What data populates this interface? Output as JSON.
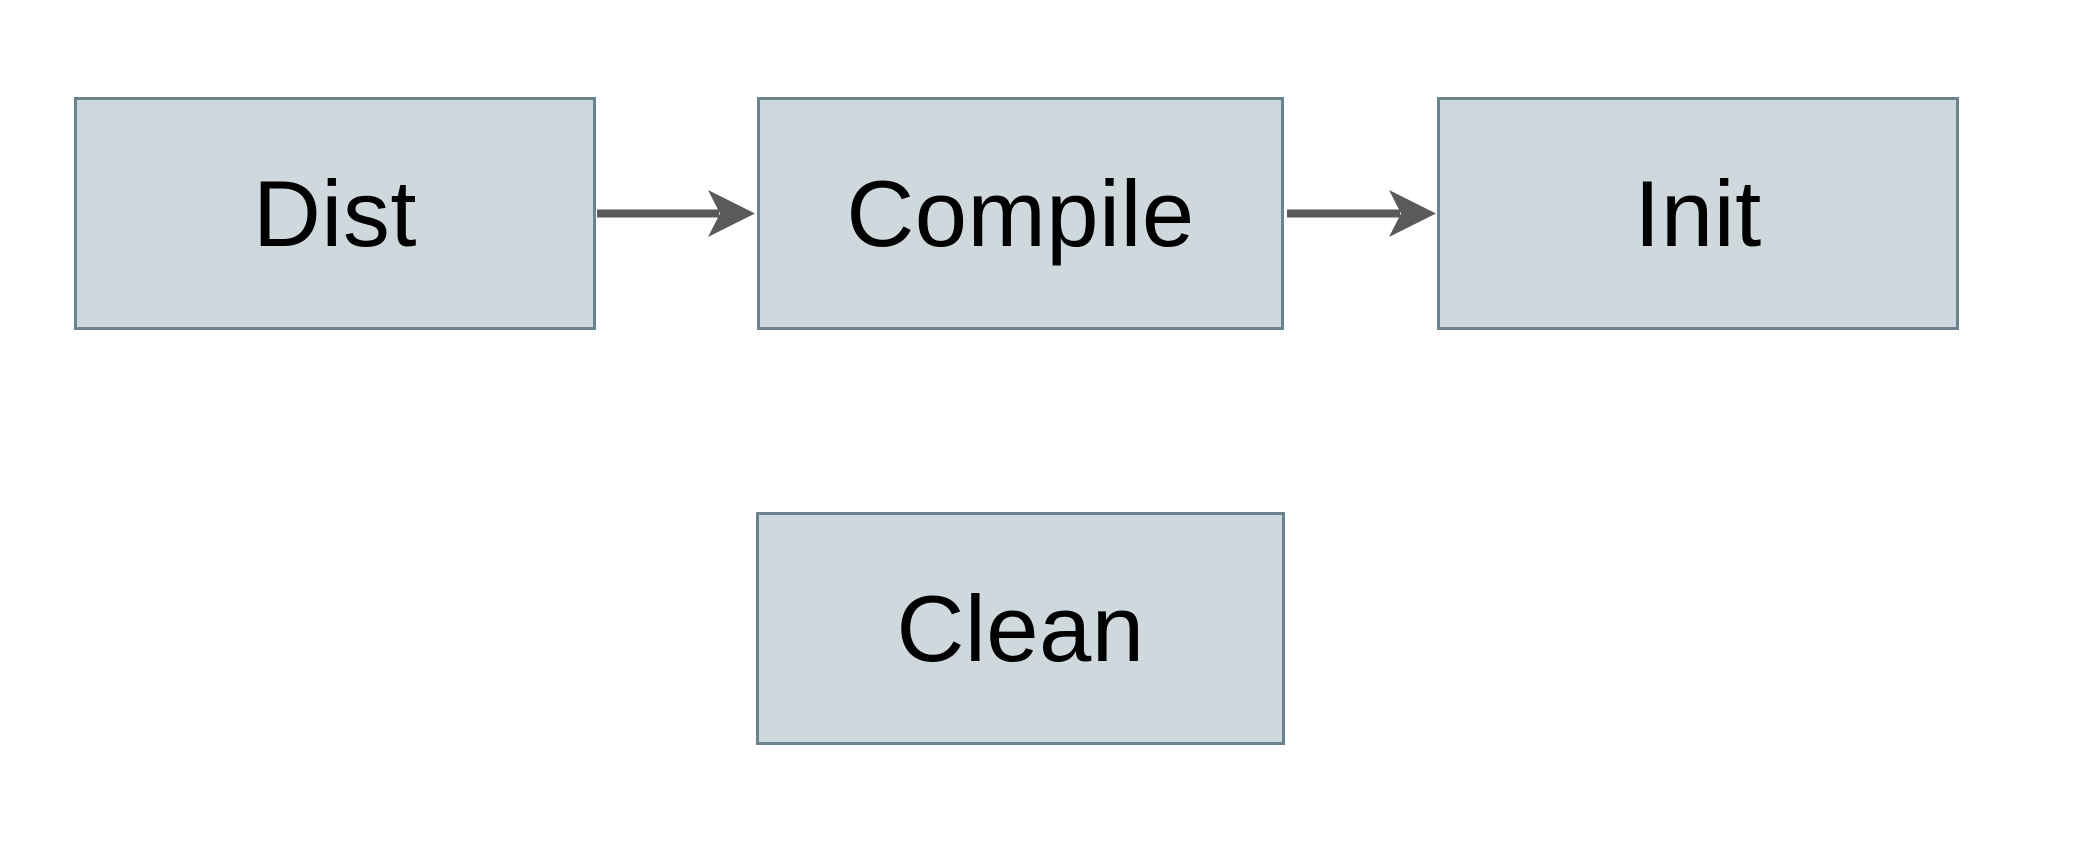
{
  "diagram": {
    "title": "build-targets-flowchart",
    "nodes": [
      {
        "id": "dist",
        "label": "Dist"
      },
      {
        "id": "compile",
        "label": "Compile"
      },
      {
        "id": "init",
        "label": "Init"
      },
      {
        "id": "clean",
        "label": "Clean"
      }
    ],
    "edges": [
      {
        "from": "dist",
        "to": "compile",
        "direction": "right"
      },
      {
        "from": "compile",
        "to": "init",
        "direction": "right"
      }
    ],
    "colors": {
      "background": "#ffffff",
      "node_fill": "#cfd8dc",
      "node_border": "#6b8290",
      "arrow": "#5a5a5a",
      "text": "#000000"
    }
  }
}
